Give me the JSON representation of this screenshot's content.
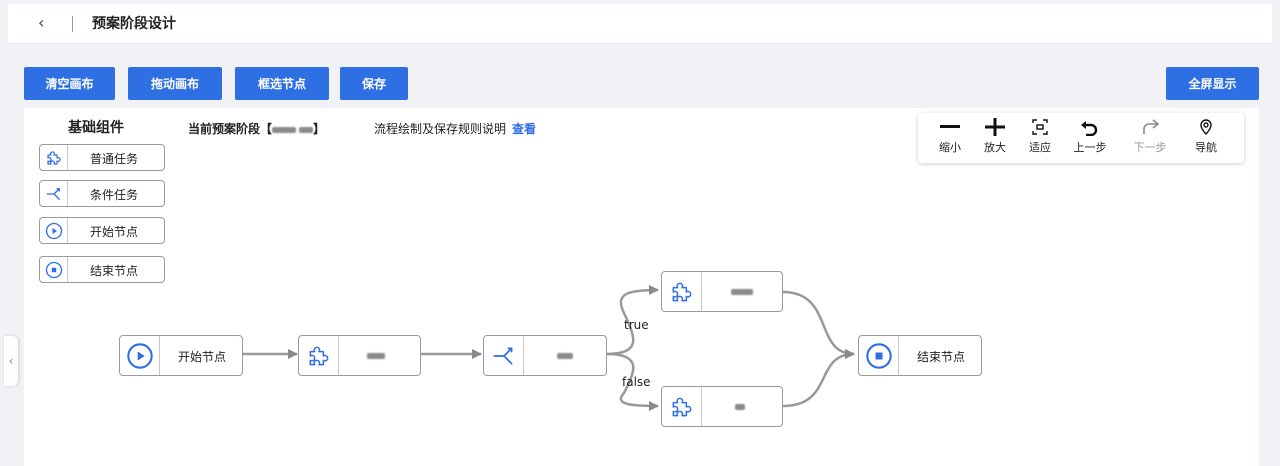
{
  "header": {
    "back_icon": "chevron-left-icon",
    "title": "预案阶段设计"
  },
  "toolbar": {
    "clear_label": "清空画布",
    "drag_label": "拖动画布",
    "select_label": "框选节点",
    "save_label": "保存",
    "fullscreen_label": "全屏显示",
    "accent_color": "#2f6fe4"
  },
  "panel": {
    "title": "基础组件",
    "components": [
      {
        "label": "普通任务",
        "icon": "puzzle-icon"
      },
      {
        "label": "条件任务",
        "icon": "branch-icon"
      },
      {
        "label": "开始节点",
        "icon": "play-circle-icon"
      },
      {
        "label": "结束节点",
        "icon": "stop-circle-icon"
      }
    ]
  },
  "info": {
    "stage_prefix": "当前预案阶段【",
    "stage_suffix": "】",
    "rules_text": "流程绘制及保存规则说明",
    "rules_link": "查看"
  },
  "zoom": {
    "zoom_out": "缩小",
    "zoom_in": "放大",
    "fit": "适应",
    "undo": "上一步",
    "redo": "下一步",
    "navigate": "导航"
  },
  "flow": {
    "start_label": "开始节点",
    "end_label": "结束节点",
    "true_label": "true",
    "false_label": "false"
  }
}
